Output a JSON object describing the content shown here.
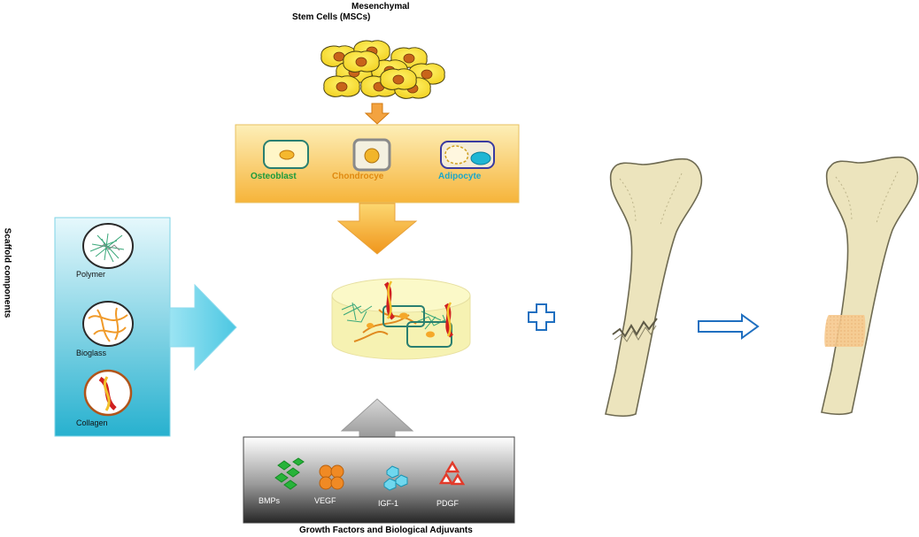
{
  "msc": {
    "line1": "Mesenchymal",
    "line2": "Stem Cells (MSCs)"
  },
  "differentiation": [
    {
      "label": "Osteoblast",
      "color": "#1a9a3c"
    },
    {
      "label": "Chondrocye",
      "color": "#e08a10"
    },
    {
      "label": "Adipocyte",
      "color": "#1aa6c8"
    }
  ],
  "scaffold": {
    "title": "Scaffold components",
    "items": [
      {
        "label": "Polymer",
        "icon": "polymer-fiber-icon"
      },
      {
        "label": "Bioglass",
        "icon": "bioglass-fiber-icon"
      },
      {
        "label": "Collagen",
        "icon": "collagen-fiber-icon"
      }
    ]
  },
  "growth": {
    "title": "Growth Factors and Biological Adjuvants",
    "items": [
      {
        "label": "BMPs",
        "icon": "bmp-icon",
        "color": "#27b33a"
      },
      {
        "label": "VEGF",
        "icon": "vegf-icon",
        "color": "#f08a24"
      },
      {
        "label": "IGF-1",
        "icon": "igf-icon",
        "color": "#6fd7ee"
      },
      {
        "label": "PDGF",
        "icon": "pdgf-icon",
        "color": "#e23a2a"
      }
    ]
  },
  "colors": {
    "diff_box_top": "#fde9a6",
    "diff_box_bottom": "#f7b53c",
    "scaffold_top": "#dff6fb",
    "scaffold_bottom": "#2bb5d2",
    "growth_top": "#ffffff",
    "growth_bottom": "#2b2b2b",
    "bone": "#ece4bd",
    "bone_stroke": "#6e6a52",
    "arrow_blue": "#1f6fc0"
  }
}
